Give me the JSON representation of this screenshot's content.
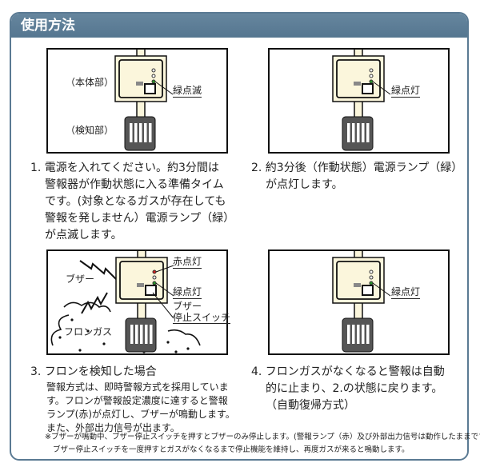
{
  "header": {
    "title": "使用方法"
  },
  "panels": [
    {
      "labels": {
        "body": "（本体部）",
        "detector": "（検知部）",
        "green": "緑点滅"
      }
    },
    {
      "labels": {
        "green": "緑点灯"
      }
    },
    {
      "labels": {
        "red": "赤点灯",
        "green": "緑点灯",
        "switch_line1": "ブザー",
        "switch_line2": "停止スイッチ",
        "buzzer": "ブザー",
        "gas": "フロンガス"
      }
    },
    {
      "labels": {
        "green": "緑点灯"
      }
    }
  ],
  "steps": [
    {
      "lines": [
        "1. 電源を入れてください。約3分間は",
        "警報器が作動状態に入る準備タイム",
        "です。(対象となるガスが存在しても",
        "警報を発しません）電源ランプ（緑）",
        "が点滅します。"
      ]
    },
    {
      "lines": [
        "2. 約3分後（作動状態）電源ランプ（緑）",
        "が点灯します。"
      ]
    },
    {
      "title": "3. フロンを検知した場合",
      "lines": [
        "警報方式は、即時警報方式を採用していま",
        "す。フロンが警報設定濃度に達すると警報",
        "ランプ(赤)が点灯し、ブザーが鳴動します。",
        "また、外部出力信号が出ます。"
      ]
    },
    {
      "lines": [
        "4. フロンガスがなくなると警報は自動",
        "的に止まり、2.の状態に戻ります。",
        "（自動復帰方式）"
      ]
    }
  ],
  "notes": [
    "※ブザーが鳴動中、ブザー停止スイッチを押すとブザーのみ停止します。(警報ランプ（赤）及び外部出力信号は動作したままです)",
    "ブザー停止スイッチを一度押すとガスがなくなるまで停止機能を維持し、再度ガスが来ると鳴動します。"
  ],
  "colors": {
    "header": "#5a7a93",
    "device": "#fbf6dc",
    "green": "#2a9a2a",
    "red": "#d42020"
  }
}
